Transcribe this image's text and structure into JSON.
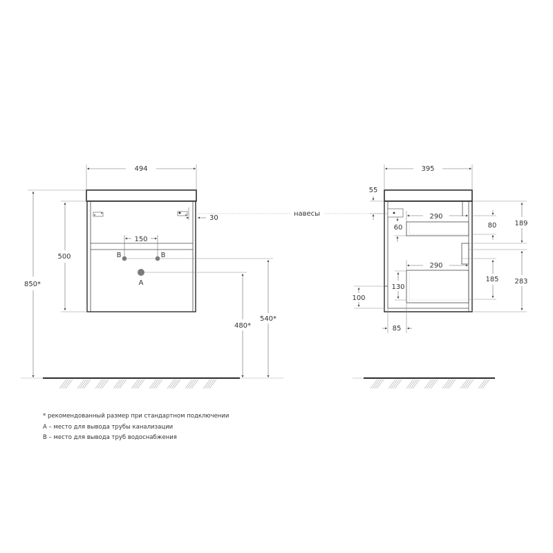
{
  "front_view": {
    "width_label": "494",
    "height_total_label": "850*",
    "body_height_label": "500",
    "wall_offset_label": "30",
    "pipe_spacing_label": "150",
    "point_b_left_label": "B",
    "point_b_right_label": "B",
    "point_a_label": "A",
    "a_height_label": "480*",
    "b_height_label": "540*"
  },
  "hanger_label": "навесы",
  "side_view": {
    "depth_label": "395",
    "top_thickness_label": "55",
    "hanger_offset_label": "60",
    "upper_drawer_depth_label": "290",
    "upper_drawer_height_label": "80",
    "upper_section_label": "189",
    "lower_drawer_depth_label": "290",
    "lower_drawer_inner_label": "130",
    "lower_drawer_height_label": "185",
    "lower_section_label": "283",
    "cutout_height_label": "100",
    "cutout_depth_label": "85"
  },
  "notes": [
    "* рекомендованный размер при стандартном подключении",
    "А – место для вывода трубы канализации",
    "В – место для вывода труб водоснабжения"
  ],
  "colors": {
    "outline": "#2b2b2b",
    "dim_line": "#8a8a8a",
    "pipe_point": "#7a7a7a",
    "floor": "#2b2b2b",
    "hatch": "#9a9a9a"
  }
}
